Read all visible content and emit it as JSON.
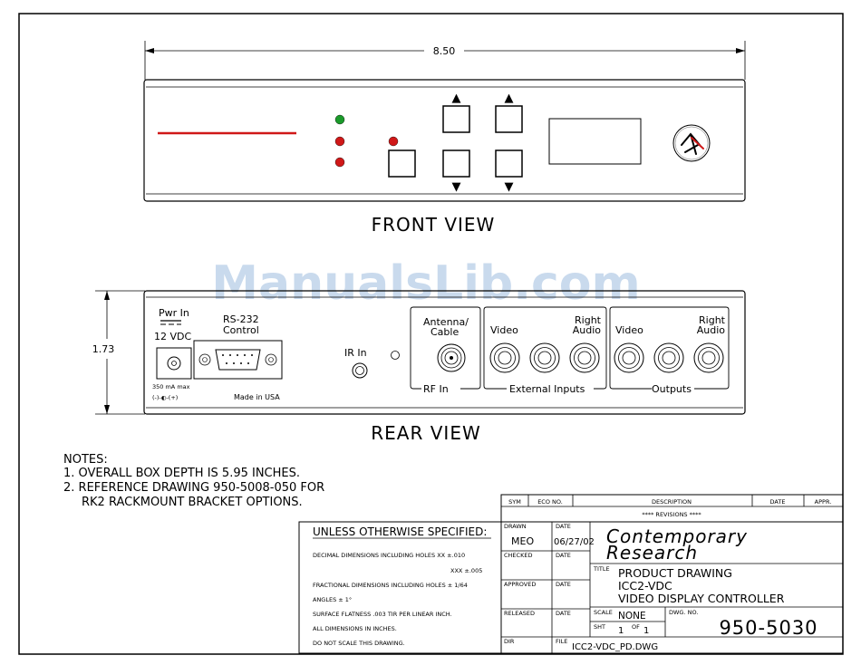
{
  "watermark": "ManualsLib.com",
  "dimensions": {
    "width": "8.50",
    "height": "1.73"
  },
  "front": {
    "caption": "FRONT VIEW",
    "led_colors": {
      "green": "#1a9a2a",
      "red": "#d01818"
    },
    "stripe_color": "#d01818",
    "up_arrow": "▲",
    "down_arrow": "▼"
  },
  "rear": {
    "caption": "REAR VIEW",
    "pwr_label": "Pwr In",
    "vdc_label": "12 VDC",
    "ma_label": "350 mA max",
    "polarity_label": "(-)-◐-(+)",
    "rs232_label": "RS-232",
    "control_label": "Control",
    "made_in": "Made in USA",
    "ir_label": "IR In",
    "antenna_label": "Antenna/",
    "cable_label": "Cable",
    "rf_label": "RF In",
    "video_label": "Video",
    "right_label": "Right",
    "audio_label": "Audio",
    "external_inputs": "External Inputs",
    "outputs": "Outputs"
  },
  "notes": {
    "header": "NOTES:",
    "line1": "1. OVERALL BOX DEPTH IS 5.95 INCHES.",
    "line2": "2. REFERENCE DRAWING 950-5008-050 FOR",
    "line3": "RK2 RACKMOUNT BRACKET OPTIONS."
  },
  "spec": {
    "title": "UNLESS OTHERWISE SPECIFIED:",
    "decimal": "DECIMAL DIMENSIONS INCLUDING HOLES  XX ±.010",
    "decimal2": "XXX ±.005",
    "fractional": "FRACTIONAL DIMENSIONS INCLUDING HOLES  ± 1/64",
    "angles": "ANGLES   ± 1°",
    "flatness": "SURFACE FLATNESS .003 TIR PER LINEAR INCH.",
    "inches": "ALL DIMENSIONS IN INCHES.",
    "noscale": "DO NOT SCALE THIS DRAWING."
  },
  "revisions": {
    "headers": [
      "SYM",
      "ECO NO.",
      "DESCRIPTION",
      "DATE",
      "APPR."
    ],
    "caption": "**** REVISIONS ****"
  },
  "titleblock": {
    "drawn_label": "DRAWN",
    "drawn_value": "MEO",
    "date_label": "DATE",
    "date_value": "06/27/02",
    "checked_label": "CHECKED",
    "approved_label": "APPROVED",
    "released_label": "RELEASED",
    "dir_label": "DIR",
    "company1": "Contemporary",
    "company2": "Research",
    "title_label": "TITLE",
    "title1": "PRODUCT DRAWING",
    "title2": "ICC2-VDC",
    "title3": "VIDEO DISPLAY CONTROLLER",
    "scale_label": "SCALE",
    "scale_value": "NONE",
    "dwg_label": "DWG. NO.",
    "dwg_value": "950-5030",
    "sht_label": "SHT",
    "sht_value": "1",
    "of_label": "OF",
    "of_value": "1",
    "file_label": "FILE",
    "file_value": "ICC2-VDC_PD.DWG"
  }
}
